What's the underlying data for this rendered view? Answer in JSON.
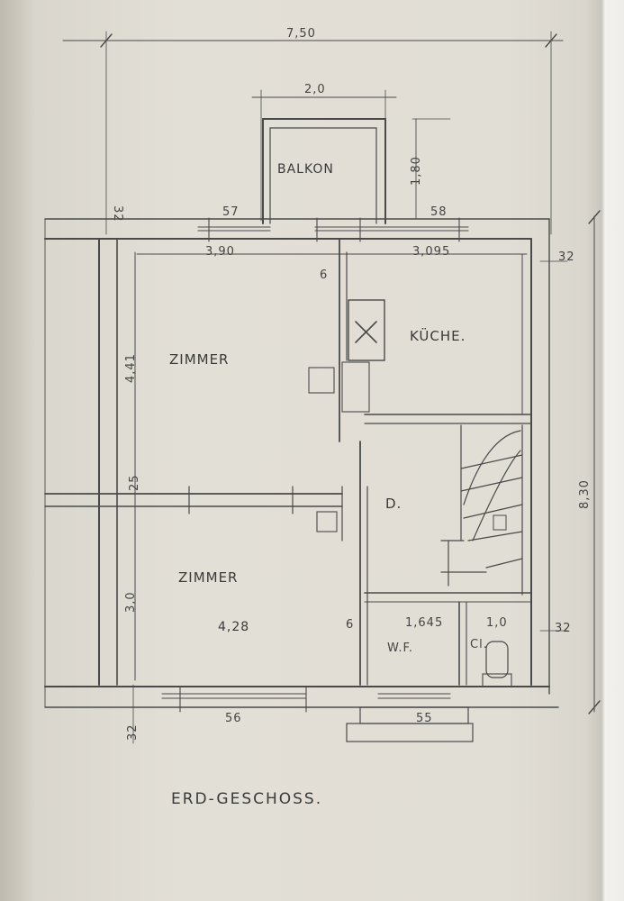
{
  "title": "ERD-GESCHOSS.",
  "rooms": {
    "balkon": "BALKON",
    "kueche": "KÜCHE.",
    "zimmer_top": "ZIMMER",
    "zimmer_bottom": "ZIMMER",
    "diele": "D.",
    "wf": "W.F.",
    "cl": "Cl."
  },
  "dimensions": {
    "total_width": "7,50",
    "balkon_width": "2,0",
    "balkon_depth": "1,80",
    "wall_left": "32",
    "window_left_top": "57",
    "window_right_top": "58",
    "zimmer_top_width": "3,90",
    "kueche_width": "3,095",
    "wall_right": "32",
    "inner_wall": "6",
    "zimmer_top_depth": "4,41",
    "total_depth": "8,30",
    "wall_between": "25",
    "zimmer_bottom_depth": "3,0",
    "zimmer_bottom_width": "4,28",
    "inner_wall_bottom": "6",
    "wf_width": "1,645",
    "cl_width": "1,0",
    "wall_right_bottom": "32",
    "wall_bottom": "32",
    "window_bottom_left": "56",
    "window_bottom_right": "55"
  },
  "colors": {
    "paper": "#e1ded6",
    "pencil": "#3a3a3a"
  }
}
